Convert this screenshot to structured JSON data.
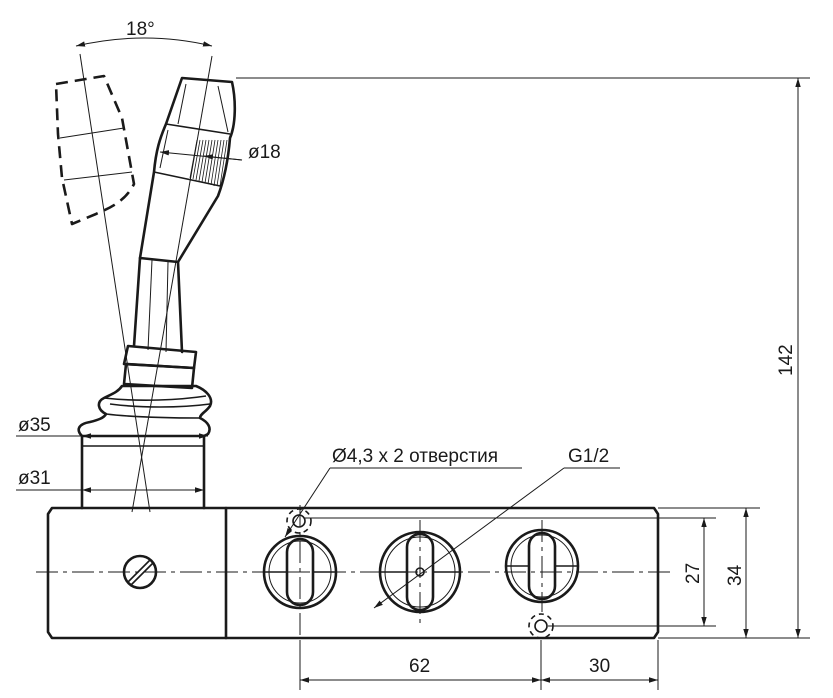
{
  "labels": {
    "angle": "18°",
    "d18": "ø18",
    "d35": "ø35",
    "d31": "ø31",
    "holes": "Ø4,3 x 2 отверстия",
    "port": "G1/2",
    "h142": "142",
    "h27": "27",
    "h34": "34",
    "w62": "62",
    "w30": "30"
  }
}
